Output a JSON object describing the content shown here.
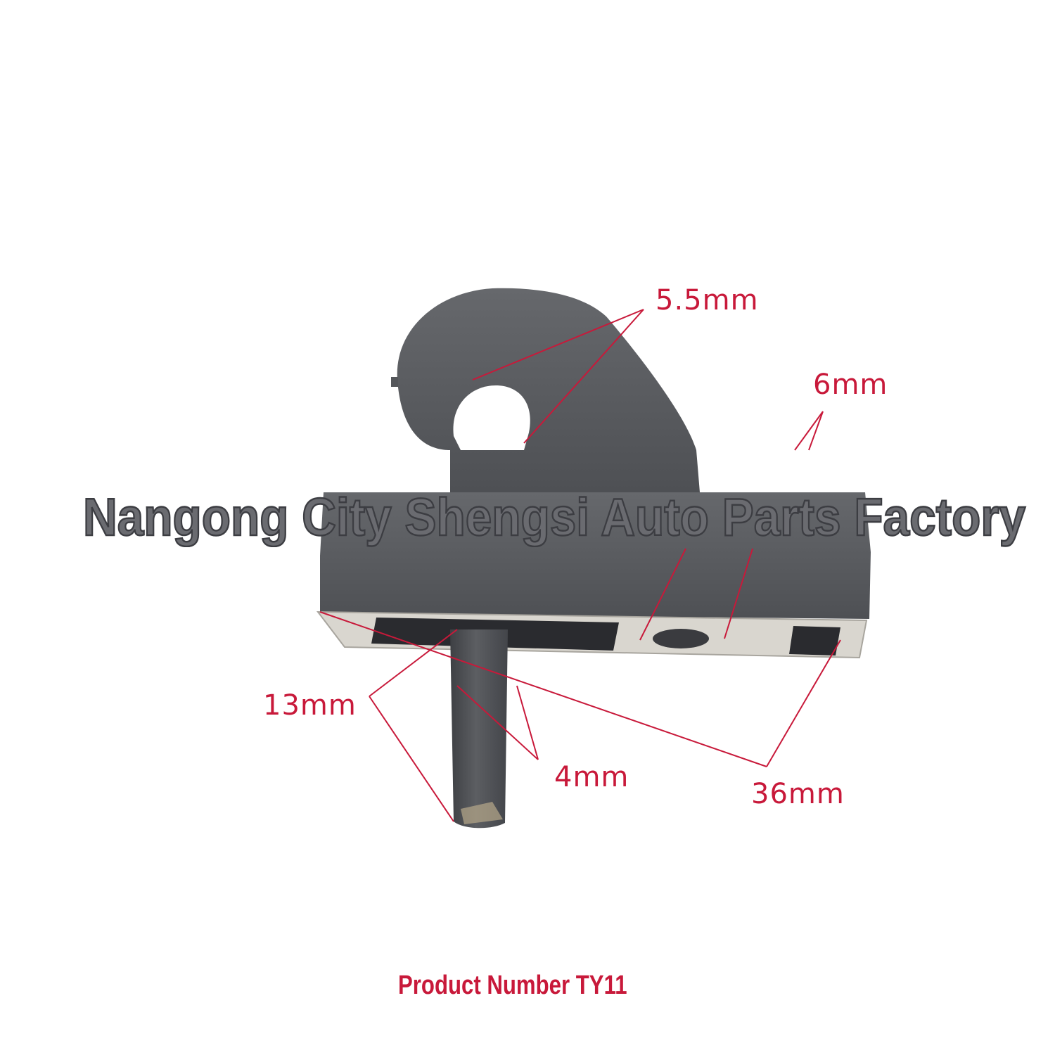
{
  "photo": {
    "subject": "hook clip",
    "colors": {
      "part": "#5d5f63",
      "part_dark": "#45474b",
      "metal": "#d9d6cf",
      "annotation": "#c8193a",
      "watermark": "#6a6b70"
    }
  },
  "annotations": {
    "hook_width": "5.5mm",
    "base_height": "6mm",
    "pin_length": "13mm",
    "pin_diameter": "4mm",
    "base_length": "36mm"
  },
  "watermark": "Nangong City Shengsi Auto Parts Factory",
  "product_label": "Product Number TY11"
}
